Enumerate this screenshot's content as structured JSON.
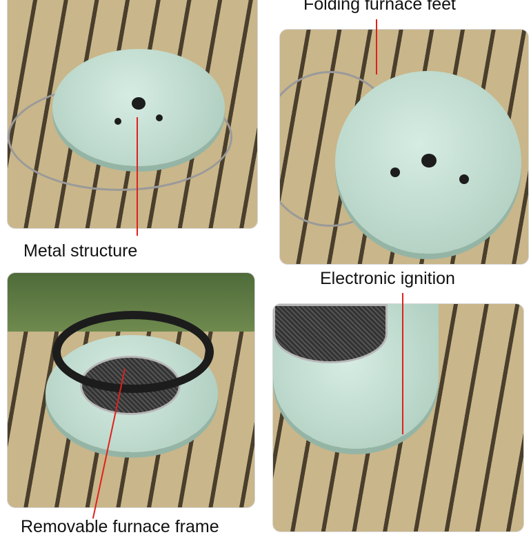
{
  "labels": {
    "folding_feet": "Folding furnace feet",
    "metal_structure": "Metal structure",
    "electronic_ignition": "Electronic ignition",
    "removable_frame": "Removable furnace frame"
  },
  "colors": {
    "stove": "#b8d6c8",
    "arrow": "#e0201c",
    "wood": "#c9b68a"
  }
}
